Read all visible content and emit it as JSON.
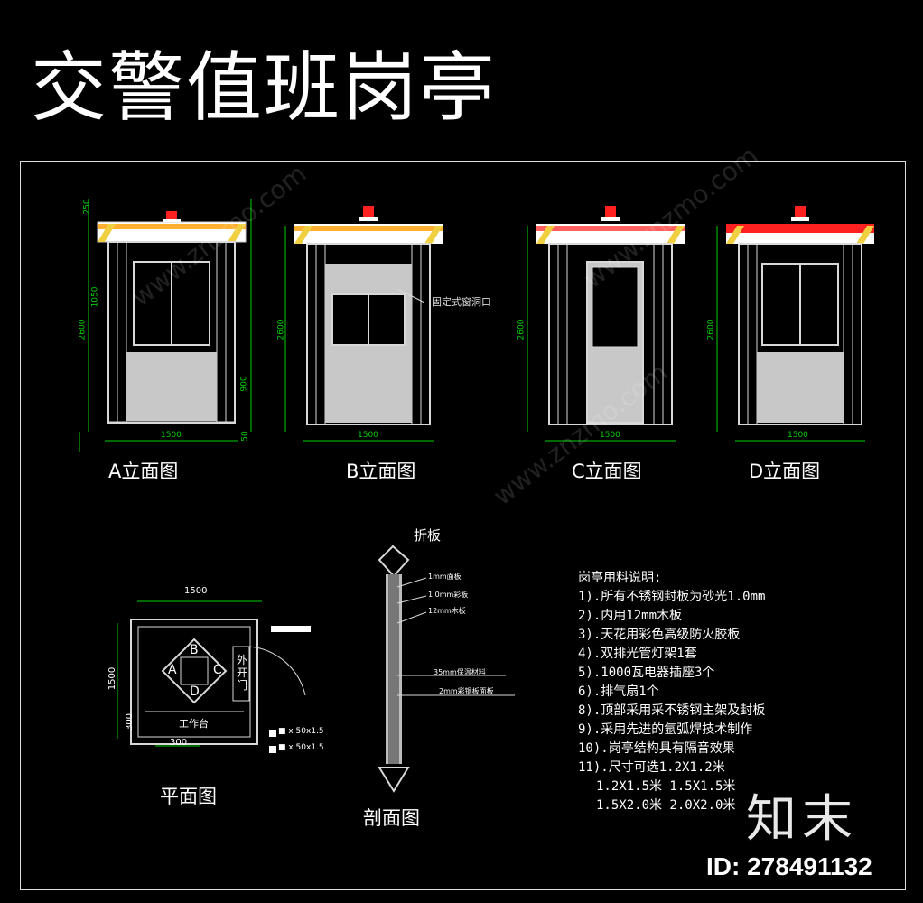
{
  "title": "交警值班岗亭",
  "elevations": [
    {
      "label": "A立面图",
      "dims": {
        "top": "250",
        "height": "2600",
        "win": "1050",
        "mid": "900",
        "base": "50",
        "width": "1500"
      }
    },
    {
      "label": "B立面图",
      "dims": {
        "height": "2600",
        "width": "1500"
      },
      "annotation": "固定式窗洞口"
    },
    {
      "label": "C立面图",
      "dims": {
        "height": "2600",
        "width": "1500"
      }
    },
    {
      "label": "D立面图",
      "dims": {
        "height": "2600",
        "width": "1500"
      }
    }
  ],
  "plan": {
    "label": "平面图",
    "width": "1500",
    "depth": "1500",
    "table": "工作台",
    "door": "外开门",
    "letters": [
      "A",
      "B",
      "C",
      "D"
    ],
    "dim_bottom": "300",
    "dim_side": "300",
    "legend": [
      "■ x 50x1.5",
      "■ x 50x1.5"
    ]
  },
  "section": {
    "label": "剖面图",
    "top_label": "折板",
    "layers": [
      "1mm面板",
      "1.0mm彩板",
      "12mm木板",
      "35mm保温材料",
      "2mm彩钢板面板"
    ]
  },
  "notes": {
    "heading": "岗亭用料说明:",
    "items": [
      "1).所有不锈钢封板为砂光1.0mm",
      "2).内用12mm木板",
      "3).天花用彩色高级防火胶板",
      "4).双排光管灯架1套",
      "5).1000瓦电器插座3个",
      "6).排气扇1个",
      "8).顶部采用采不锈钢主架及封板",
      "9).采用先进的氩弧焊技术制作",
      "10).岗亭结构具有隔音效果",
      "11).尺寸可选1.2X1.2米"
    ],
    "sizes": [
      "1.2X1.5米    1.5X1.5米",
      "1.5X2.0米    2.0X2.0米"
    ]
  },
  "brand": "知末",
  "id_text": "ID: 278491132",
  "watermark": "www.znzmo.com",
  "colors": {
    "dim": "#00d000",
    "light": "#ff2020",
    "stripe_yellow": "#f0d040",
    "stripe_red": "#e03020",
    "line": "#d8d8d8"
  }
}
